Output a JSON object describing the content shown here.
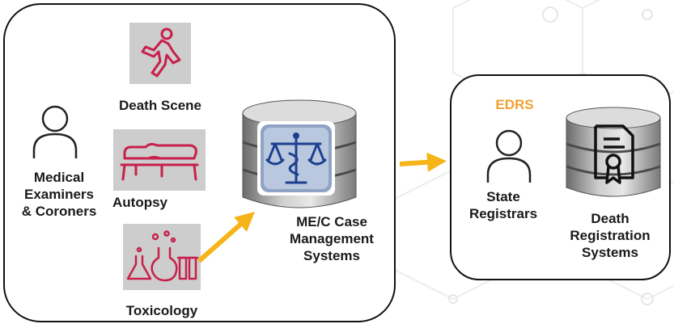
{
  "colors": {
    "arrow": "#f5b417",
    "edrs": "#f0a030",
    "tile": "#cdcdcd",
    "icon_red": "#c7204a",
    "scale_blue": "#1c3f8f"
  },
  "left": {
    "medical_examiners": "Medical\nExaminers\n& Coroners",
    "death_scene": "Death Scene",
    "autopsy": "Autopsy",
    "toxicology": "Toxicology",
    "case_mgmt": "ME/C Case\nManagement\nSystems"
  },
  "right": {
    "edrs": "EDRS",
    "state_registrars": "State\nRegistrars",
    "death_registration": "Death\nRegistration\nSystems"
  },
  "icons": {
    "person_left": "person-icon",
    "death_scene": "body-outline-icon",
    "autopsy": "autopsy-table-icon",
    "toxicology": "lab-flasks-icon",
    "case_db": "database-icon",
    "scales": "scales-of-justice-icon",
    "person_right": "person-icon",
    "registration_db": "database-icon",
    "certificate": "certificate-icon"
  }
}
